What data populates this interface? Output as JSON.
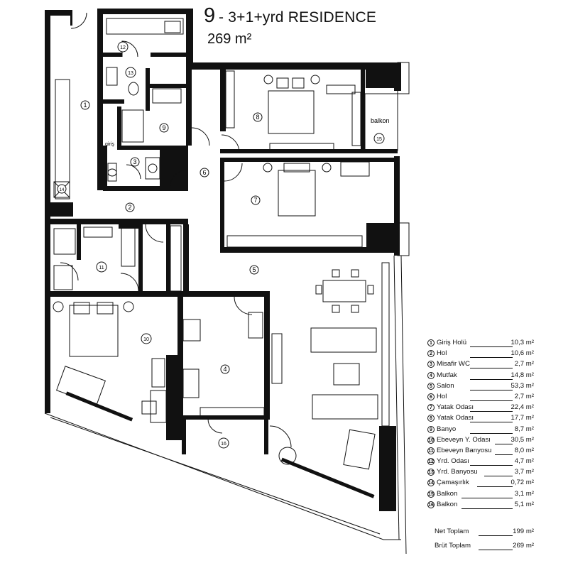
{
  "header": {
    "unit_number": "9",
    "unit_type": "- 3+1+yrd RESIDENCE",
    "unit_area": "269 m²"
  },
  "room_labels": {
    "balkon_text": "balkon",
    "giris_text": "giriş"
  },
  "legend": [
    {
      "num": "1",
      "name": "Giriş Holü",
      "area": "10,3 m²"
    },
    {
      "num": "2",
      "name": "Hol",
      "area": "10,6 m²"
    },
    {
      "num": "3",
      "name": "Misafir WC",
      "area": "2,7 m²"
    },
    {
      "num": "4",
      "name": "Mutfak",
      "area": "14,8 m²"
    },
    {
      "num": "5",
      "name": "Salon",
      "area": "53,3 m²"
    },
    {
      "num": "6",
      "name": "Hol",
      "area": "2,7 m²"
    },
    {
      "num": "7",
      "name": "Yatak Odası",
      "area": "22,4 m²"
    },
    {
      "num": "8",
      "name": "Yatak Odası",
      "area": "17,7 m²"
    },
    {
      "num": "9",
      "name": "Banyo",
      "area": "8,7 m²"
    },
    {
      "num": "10",
      "name": "Ebeveyn Y. Odası",
      "area": "30,5 m²"
    },
    {
      "num": "11",
      "name": "Ebeveyn Banyosu",
      "area": "8,0 m²"
    },
    {
      "num": "12",
      "name": "Yrd. Odası",
      "area": "4,7 m²"
    },
    {
      "num": "13",
      "name": "Yrd. Banyosu",
      "area": "3,7 m²"
    },
    {
      "num": "14",
      "name": "Çamaşırlık",
      "area": "0,72 m²"
    },
    {
      "num": "15",
      "name": "Balkon",
      "area": "3,1 m²"
    },
    {
      "num": "16",
      "name": "Balkon",
      "area": "5,1 m²"
    }
  ],
  "totals": {
    "net_label": "Net Toplam",
    "net_value": "199 m²",
    "gross_label": "Brüt Toplam",
    "gross_value": "269 m²"
  }
}
